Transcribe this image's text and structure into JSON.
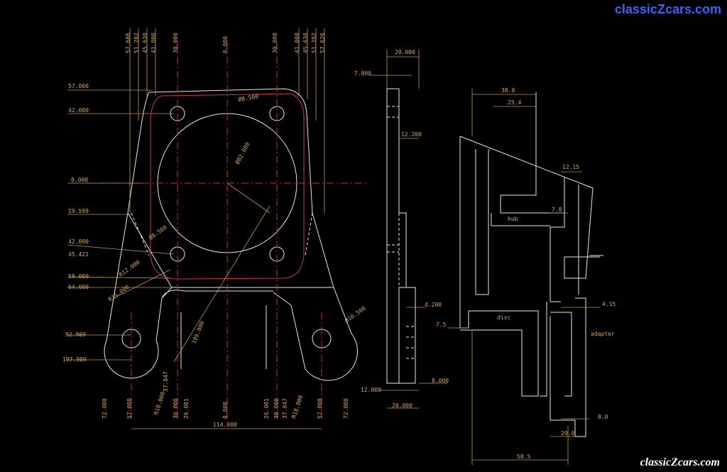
{
  "branding": {
    "top": "classicZcars.com",
    "bottom": "classicZcars.com"
  },
  "front_view": {
    "top_dims": [
      "57.686",
      "51.282",
      "45.630",
      "41.000",
      "30.000",
      "0.000",
      "30.000",
      "41.000",
      "45.630",
      "51.282",
      "57.626"
    ],
    "left_dims": [
      "57.000",
      "42.000",
      "0.000",
      "19.599",
      "42.000",
      "45.421",
      "58.000",
      "64.000",
      "92.909",
      "107.909"
    ],
    "bottom_dims": [
      "72.000",
      "57.000",
      "30.000",
      "26.081",
      "0.000",
      "26.081",
      "30.000",
      "57.000",
      "72.000"
    ],
    "callouts": {
      "hole_top": "Ø8.500",
      "bore": "Ø82.000",
      "hole_left": "Ø8.500",
      "r12": "R12.000",
      "r15": "R15.000",
      "r109": "109.000",
      "r10_5": "Ø10.500",
      "angle_left": "37.847",
      "angle_right": "37.847",
      "r18_left": "R18.000",
      "r18_right": "R18.000",
      "width_total": "114.000"
    }
  },
  "side_view": {
    "dims": {
      "top_width": "20.000",
      "offset_top": "7.800",
      "height_mid": "12.200",
      "step": "4.200",
      "bottom_offset": "12.000",
      "bottom_width": "20.000",
      "thickness": "8.000"
    }
  },
  "section_view": {
    "labels": {
      "hub": "hub",
      "disc": "disc",
      "adapter": "adapter"
    },
    "dims": {
      "d38": "38.0",
      "d25_4": "25.4",
      "d12_15": "12.15",
      "d7_8": "7.8",
      "d4_15": "4.15",
      "d7_5": "7.5",
      "d8": "8.0",
      "d20": "20.0",
      "d58_5": "58.5"
    }
  }
}
